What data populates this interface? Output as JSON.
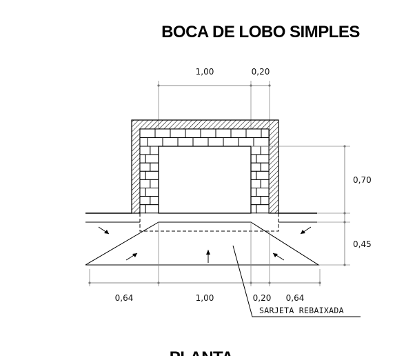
{
  "title": "BOCA DE LOBO SIMPLES",
  "subtitle": "PLANTA",
  "dimensions": {
    "top_width": "1,00",
    "top_wall": "0,20",
    "right_height_upper": "0,70",
    "right_height_lower": "0,45",
    "bottom_left": "0,64",
    "bottom_center": "1,00",
    "bottom_wall": "0,20",
    "bottom_right": "0,64"
  },
  "annotation": "SARJETA REBAIXADA"
}
